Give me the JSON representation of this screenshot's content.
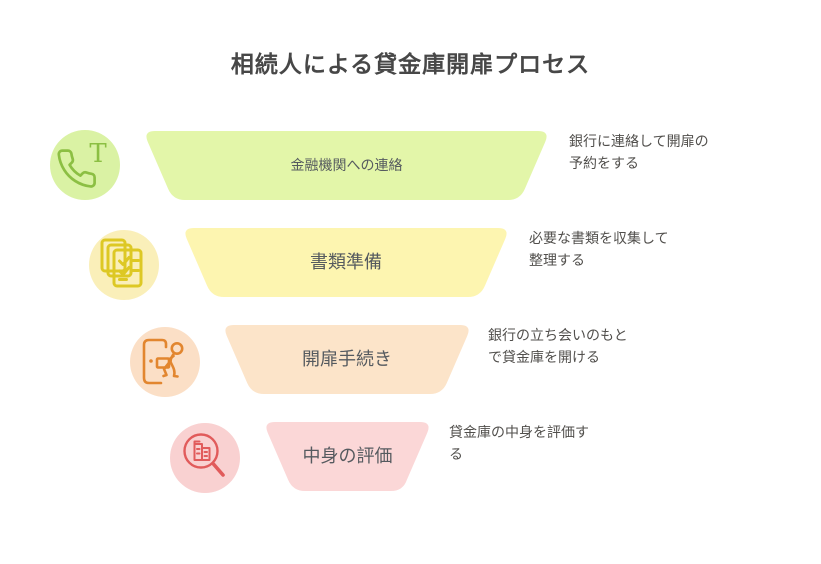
{
  "title": "相続人による貸金庫開扉プロセス",
  "colors": {
    "background": "#ffffff",
    "title_text": "#474747",
    "label_text": "#555a5f",
    "desc_text": "#514f4c"
  },
  "steps": [
    {
      "label": "金融機関への連絡",
      "desc_line1": "銀行に連絡して開扉の",
      "desc_line2": "予約をする",
      "icon": "phone-icon",
      "icon_letter": "T",
      "segment_fill": "#e3f6a9",
      "circle_fill": "#daf2a4",
      "icon_stroke": "#8cbf43"
    },
    {
      "label": "書類準備",
      "desc_line1": "必要な書類を収集して",
      "desc_line2": "整理する",
      "icon": "documents-checklist-icon",
      "segment_fill": "#fdf5b0",
      "circle_fill": "#faefb9",
      "icon_stroke": "#ddc824"
    },
    {
      "label": "開扉手続き",
      "desc_line1": "銀行の立ち会いのもと",
      "desc_line2": "で貸金庫を開ける",
      "icon": "door-person-icon",
      "segment_fill": "#fce4c9",
      "circle_fill": "#fbdfc6",
      "icon_stroke": "#e2862f"
    },
    {
      "label": "中身の評価",
      "desc_line1": "貸金庫の中身を評価す",
      "desc_line2": "る",
      "icon": "magnifier-building-icon",
      "segment_fill": "#fbd7d7",
      "circle_fill": "#f9d1d1",
      "icon_stroke": "#e15b5b"
    }
  ]
}
